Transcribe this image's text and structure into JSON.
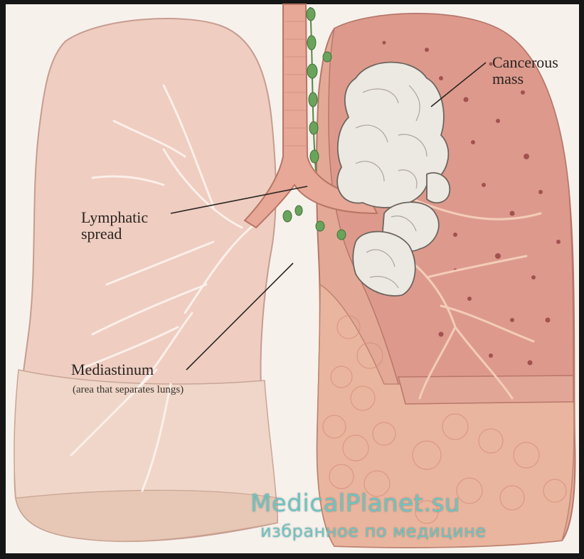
{
  "labels": {
    "cancerous_mass": "Cancerous\nmass",
    "lymphatic_spread": "Lymphatic\nspread",
    "mediastinum": "Mediastinum",
    "mediastinum_note": "(area that separates lungs)"
  },
  "watermark": {
    "site": "MedicalPlanet.su",
    "tagline": "избранное по медицине"
  },
  "colors": {
    "left_lung": "#f1cfc3",
    "right_lung": "#e3a795",
    "trachea": "#e9a898",
    "tumor": "#ece8e2",
    "lymph_nodes": "#5f9b52",
    "watermark": "#6fc3c0"
  }
}
